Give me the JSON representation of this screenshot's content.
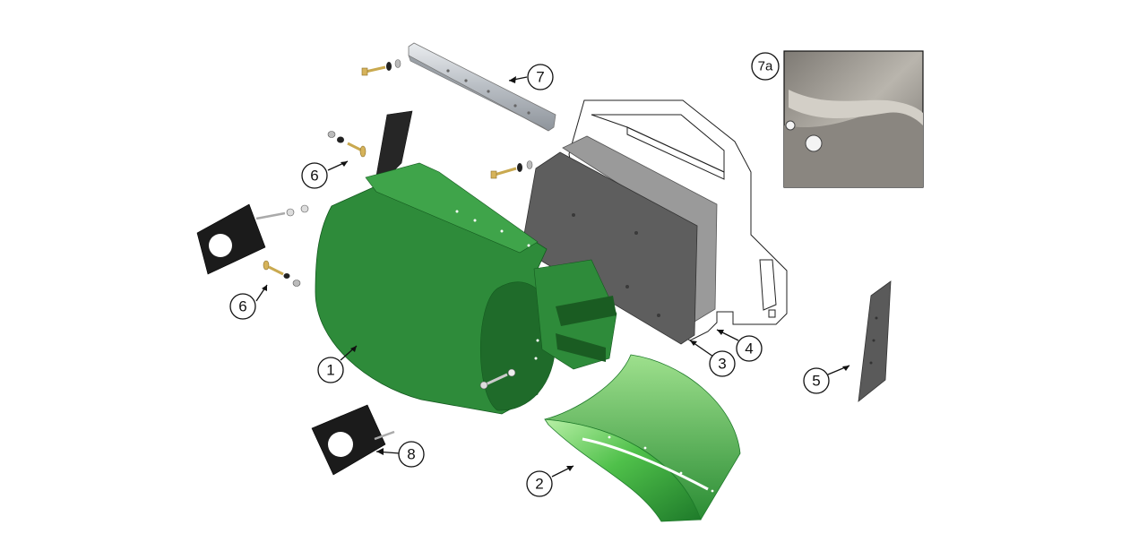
{
  "callouts": {
    "c1": "1",
    "c2": "2",
    "c3": "3",
    "c4": "4",
    "c5": "5",
    "c6a": "6",
    "c6b": "6",
    "c7": "7",
    "c7a": "7a",
    "c8": "8"
  },
  "colors": {
    "green_dark": "#1f6b2a",
    "green_main": "#2e8b3a",
    "green_light": "#6fd06a",
    "gray_dark": "#5a5a5a",
    "gray_mid": "#8c8c8c",
    "steel": "#c9cdd2",
    "black_plate": "#1b1b1b",
    "brass": "#d6b35a"
  }
}
